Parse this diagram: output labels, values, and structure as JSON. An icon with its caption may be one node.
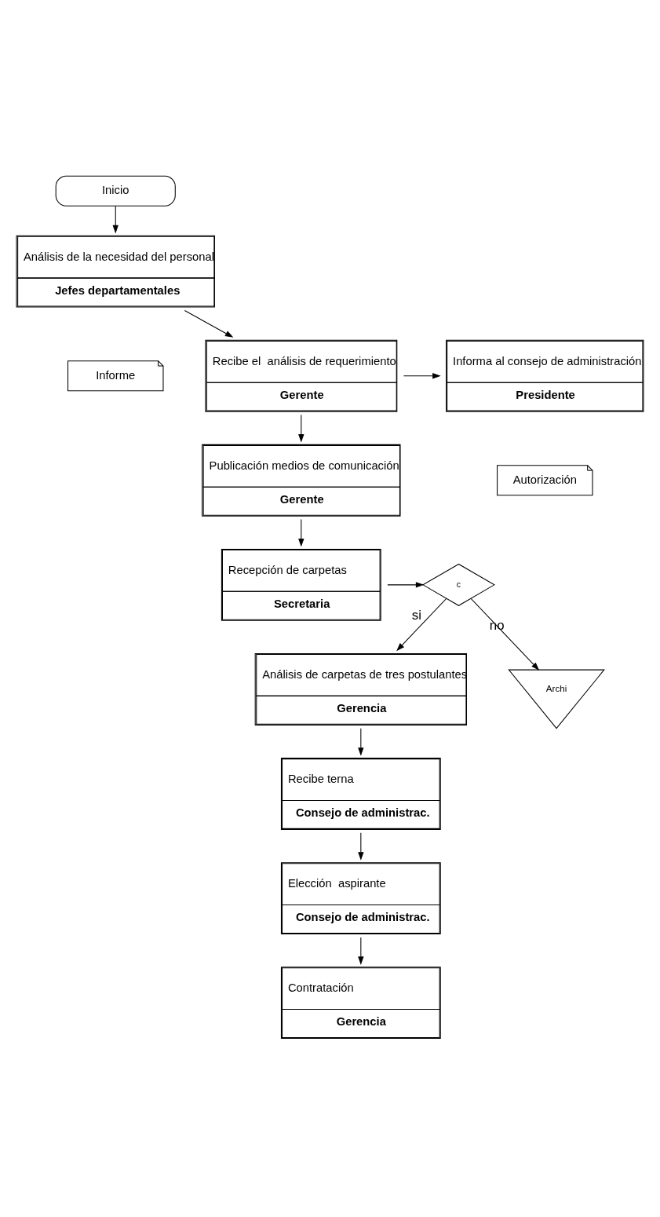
{
  "diagram": {
    "nodes": [
      {
        "text": [
          "Inicio"
        ]
      },
      {
        "text": [
          "Análisis de la necesidad del personal",
          "Jefes departamentales"
        ]
      },
      {
        "text": [
          "Informe"
        ]
      },
      {
        "text": [
          "Recibe el  análisis de requerimiento",
          "Gerente"
        ]
      },
      {
        "text": [
          "Informa al consejo de administración",
          "Presidente"
        ]
      },
      {
        "text": [
          "Autorización"
        ]
      },
      {
        "text": [
          "Publicación medios de comunicación",
          "Gerente"
        ]
      },
      {
        "text": [
          "Recepción de carpetas",
          "Secretaria"
        ]
      },
      {
        "text": [
          "c"
        ]
      },
      {
        "text": [
          "Análisis de carpetas de tres postulantes",
          "Gerencia"
        ]
      },
      {
        "text": [
          "Recibe terna",
          "Consejo de administrac."
        ]
      },
      {
        "text": [
          "Elección  aspirante",
          "Consejo de administrac."
        ]
      },
      {
        "text": [
          "Contratación",
          "Gerencia"
        ]
      },
      {
        "text": [
          "Archi"
        ]
      }
    ],
    "edges": [
      {
        "from": 0,
        "to": 1,
        "arrow": "to"
      },
      {
        "from": 1,
        "to": 3,
        "arrow": "to"
      },
      {
        "from": 3,
        "to": 4,
        "arrow": "to"
      },
      {
        "from": 3,
        "to": 6,
        "arrow": "to"
      },
      {
        "from": 6,
        "to": 7,
        "arrow": "to"
      },
      {
        "from": 7,
        "to": 8,
        "arrow": "to"
      },
      {
        "from": 8,
        "to": 9,
        "label": "si",
        "arrow": "to"
      },
      {
        "from": 8,
        "to": 13,
        "label": "no",
        "arrow": "to"
      },
      {
        "from": 9,
        "to": 10,
        "arrow": "to"
      },
      {
        "from": 10,
        "to": 11,
        "arrow": "to"
      },
      {
        "from": 11,
        "to": 12,
        "arrow": "to"
      }
    ]
  }
}
